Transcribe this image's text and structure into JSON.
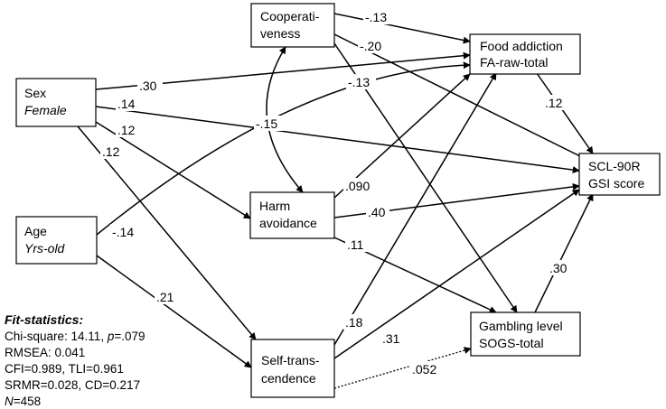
{
  "nodes": {
    "sex": {
      "line1": "Sex",
      "line2": "Female"
    },
    "age": {
      "line1": "Age",
      "line2": "Yrs-old"
    },
    "coop": {
      "line1": "Cooperati-",
      "line2": "veness"
    },
    "harm": {
      "line1": "Harm",
      "line2": "avoidance"
    },
    "self": {
      "line1": "Self-trans-",
      "line2": "cendence"
    },
    "food": {
      "line1": "Food addiction",
      "line2": "FA-raw-total"
    },
    "scl": {
      "line1": "SCL-90R",
      "line2": "GSI score"
    },
    "gamb": {
      "line1": "Gambling level",
      "line2": "SOGS-total"
    }
  },
  "coefficients": {
    "coop_food": "-.13",
    "coop_scl": "-.20",
    "coop_gamb": "-.13",
    "coop_harm": "-.15",
    "sex_food": ".30",
    "sex_scl": ".14",
    "sex_harm": ".12",
    "sex_self": ".12",
    "age_food": "-.14",
    "age_self": ".21",
    "harm_food": ".090",
    "harm_scl": ".40",
    "harm_gamb": ".11",
    "food_scl": ".12",
    "self_food": ".18",
    "self_scl": ".31",
    "self_gamb": ".052",
    "gamb_scl": ".30"
  },
  "fit": {
    "title": "Fit-statistics:",
    "chi_prefix": "Chi-square: 14.11, ",
    "chi_p": "p",
    "chi_suffix": "=.079",
    "rmsea": "RMSEA: 0.041",
    "cfi": "CFI=0.989, TLI=0.961",
    "srmr": "SRMR=0.028, CD=0.217",
    "n_label": "N",
    "n_value": "=458"
  }
}
